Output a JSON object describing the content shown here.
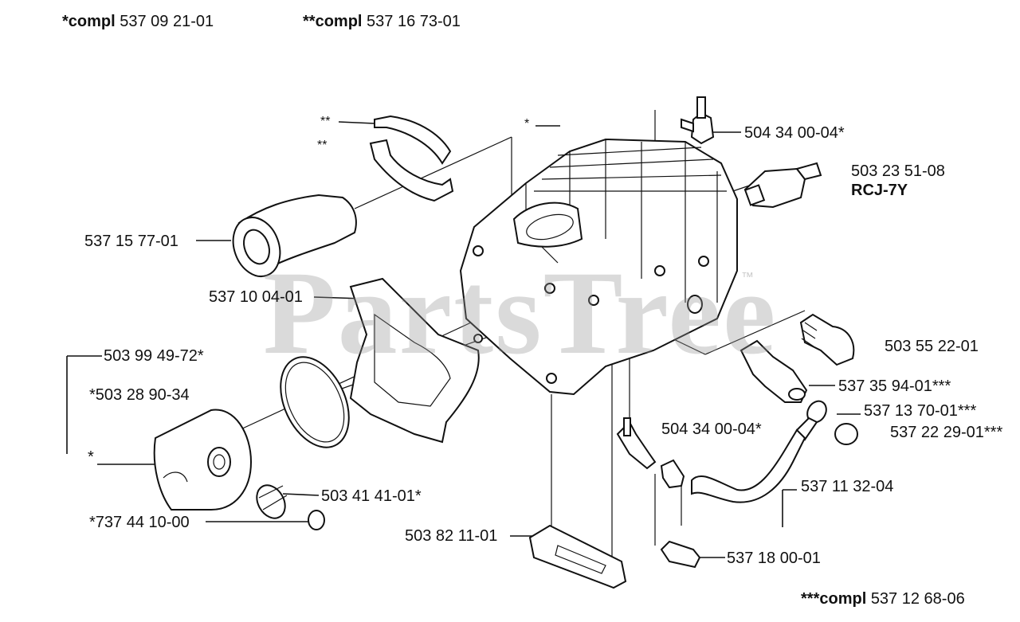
{
  "header": {
    "compl1_prefix": "*compl",
    "compl1_number": "537 09 21-01",
    "compl2_prefix": "**compl",
    "compl2_number": "537 16 73-01",
    "compl3_prefix": "***compl",
    "compl3_number": "537 12 68-06"
  },
  "watermark": {
    "text": "PartsTree",
    "tm": "™"
  },
  "labels": {
    "l_double_star_a": "**",
    "l_double_star_b": "**",
    "l_single_star_top": "*",
    "l_504_34_00_04_top": "504 34 00-04*",
    "l_503_23_51_08": "503 23 51-08",
    "l_rcj7y": "RCJ-7Y",
    "l_537_15_77_01": "537 15 77-01",
    "l_537_10_04_01": "537 10 04-01",
    "l_503_55_22_01": "503 55 22-01",
    "l_503_99_49_72": "503 99 49-72*",
    "l_503_28_90_34": "*503 28 90-34",
    "l_537_35_94_01": "537 35 94-01***",
    "l_537_13_70_01": "537 13 70-01***",
    "l_537_22_29_01": "537 22 29-01***",
    "l_504_34_00_04_mid": "504 34 00-04*",
    "l_single_star_left": "*",
    "l_503_41_41_01": "503 41 41-01*",
    "l_537_11_32_04": "537 11 32-04",
    "l_737_44_10_00": "*737 44 10-00",
    "l_503_82_11_01": "503 82 11-01",
    "l_537_18_00_01": "537 18 00-01"
  },
  "colors": {
    "line": "#111111",
    "watermark": "#969696",
    "background": "#ffffff"
  }
}
